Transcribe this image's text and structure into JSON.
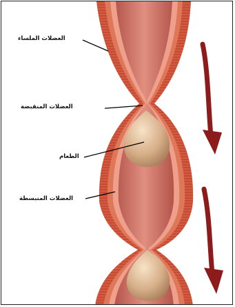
{
  "labels": {
    "smooth_muscle": "العضلات الملساء",
    "contracted_muscle": "العضلات المنقبضة",
    "food": "الطعام",
    "relaxed_muscle": "العضلات المنبسطة"
  },
  "colors": {
    "outer_muscle": "#d95f43",
    "muscle_stripe": "#b8402c",
    "inner_lining": "#e98c79",
    "lumen": "#cf6a5c",
    "food_bolus": "#d9b48f",
    "arrow": "#8e1b1b"
  }
}
